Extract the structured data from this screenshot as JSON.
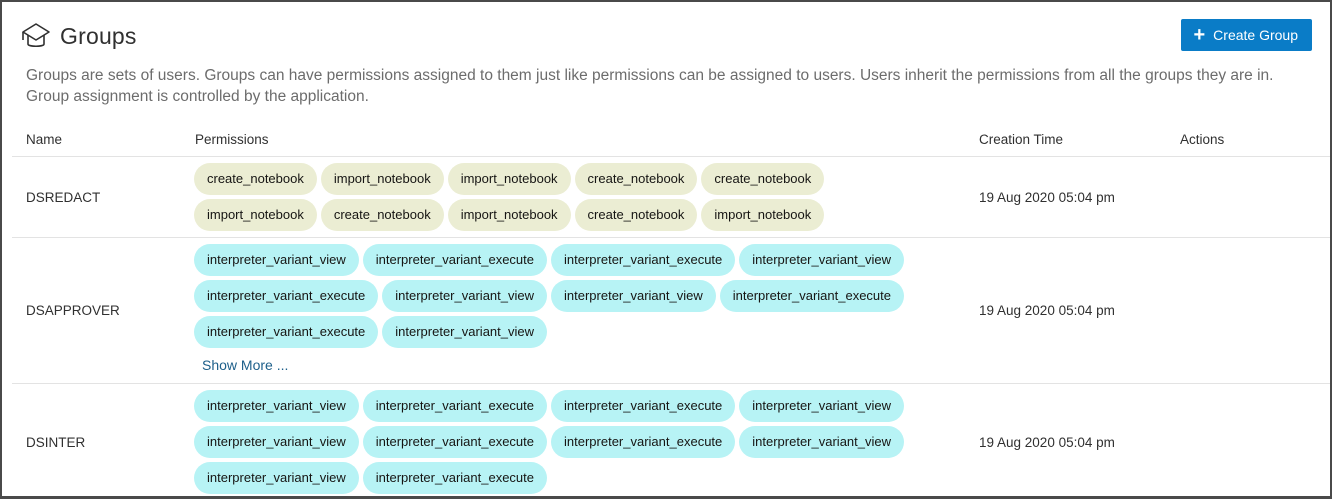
{
  "header": {
    "icon": "graduation-cap-icon",
    "title": "Groups",
    "create_button": {
      "icon": "plus-icon",
      "label": "Create Group"
    },
    "description": "Groups are sets of users. Groups can have permissions assigned to them just like permissions can be assigned to users. Users inherit the permissions from all the groups they are in. Group assignment is controlled by the application."
  },
  "colors": {
    "accent": "#0a7cc7",
    "chip_olive": "#ebedd3",
    "chip_cyan": "#b7f3f5",
    "link": "#1d5f8a"
  },
  "table": {
    "columns": [
      "Name",
      "Permissions",
      "Creation Time",
      "Actions"
    ],
    "rows": [
      {
        "name": "DSREDACT",
        "chip_style": "olive",
        "permissions": [
          "create_notebook",
          "import_notebook",
          "import_notebook",
          "create_notebook",
          "create_notebook",
          "import_notebook",
          "create_notebook",
          "import_notebook",
          "create_notebook",
          "import_notebook"
        ],
        "show_more": null,
        "creation_time": "19 Aug 2020 05:04 pm"
      },
      {
        "name": "DSAPPROVER",
        "chip_style": "cyan",
        "permissions": [
          "interpreter_variant_view",
          "interpreter_variant_execute",
          "interpreter_variant_execute",
          "interpreter_variant_view",
          "interpreter_variant_execute",
          "interpreter_variant_view",
          "interpreter_variant_view",
          "interpreter_variant_execute",
          "interpreter_variant_execute",
          "interpreter_variant_view"
        ],
        "show_more": "Show More ...",
        "creation_time": "19 Aug 2020 05:04 pm"
      },
      {
        "name": "DSINTER",
        "chip_style": "cyan",
        "permissions": [
          "interpreter_variant_view",
          "interpreter_variant_execute",
          "interpreter_variant_execute",
          "interpreter_variant_view",
          "interpreter_variant_view",
          "interpreter_variant_execute",
          "interpreter_variant_execute",
          "interpreter_variant_view",
          "interpreter_variant_view",
          "interpreter_variant_execute"
        ],
        "show_more": null,
        "creation_time": "19 Aug 2020 05:04 pm"
      }
    ]
  }
}
